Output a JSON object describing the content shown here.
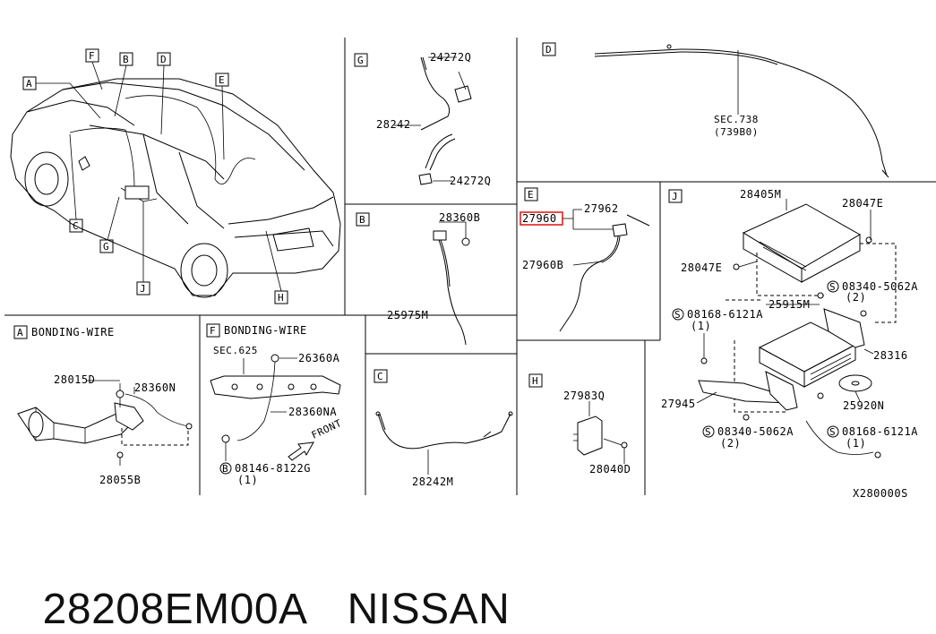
{
  "panels": {
    "main": {
      "callouts": [
        "A",
        "F",
        "B",
        "D",
        "E",
        "C",
        "G",
        "J",
        "H"
      ]
    },
    "G": {
      "letter": "G",
      "parts": [
        "24272Q",
        "28242",
        "24272Q"
      ]
    },
    "D": {
      "letter": "D",
      "parts": [
        "SEC.738",
        "(739B0)"
      ]
    },
    "B": {
      "letter": "B",
      "parts": [
        "28360B",
        "25975M"
      ]
    },
    "E": {
      "letter": "E",
      "parts": [
        "27962",
        "27960",
        "27960B"
      ],
      "highlighted": "27960"
    },
    "J": {
      "letter": "J",
      "parts": [
        "28405M",
        "28047E",
        "28047E",
        "08340-5062A",
        "(2)",
        "25915M",
        "08168-6121A",
        "(1)",
        "28316",
        "27945",
        "25920N",
        "08340-5062A",
        "(2)",
        "08168-6121A",
        "(1)"
      ]
    },
    "A": {
      "letter": "A",
      "title": "BONDING-WIRE",
      "parts": [
        "28015D",
        "28360N",
        "28055B"
      ]
    },
    "F": {
      "letter": "F",
      "title": "BONDING-WIRE",
      "parts": [
        "SEC.625",
        "26360A",
        "28360NA",
        "08146-8122G",
        "(1)",
        "FRONT"
      ]
    },
    "C": {
      "letter": "C",
      "parts": [
        "28242M"
      ]
    },
    "H": {
      "letter": "H",
      "parts": [
        "27983Q",
        "28040D"
      ]
    }
  },
  "symbols": {
    "screw_symbol": "S",
    "bolt_symbol": "B"
  },
  "diagram_code": "X280000S",
  "caption": {
    "part_number": "28208EM00A",
    "brand": "NISSAN"
  },
  "colors": {
    "highlight": "#e02020",
    "line": "#000000",
    "background": "#ffffff"
  }
}
